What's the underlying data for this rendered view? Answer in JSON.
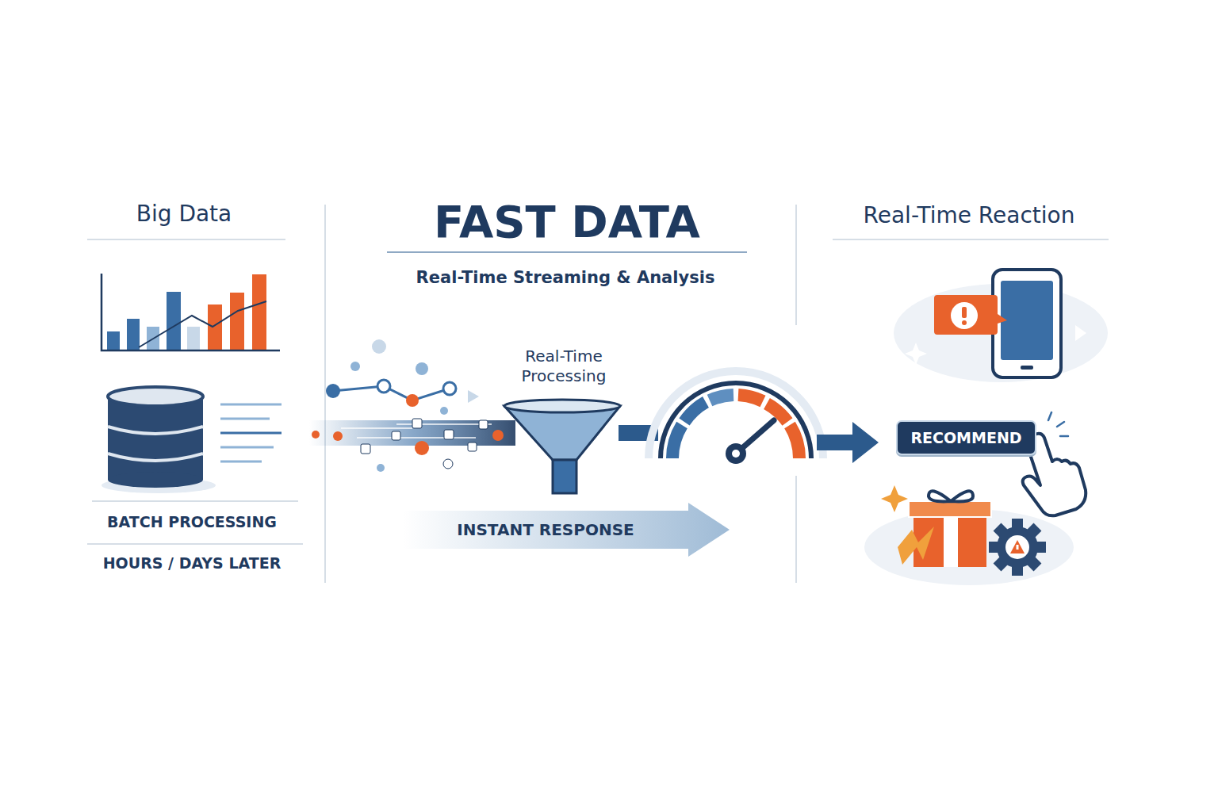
{
  "diagram": {
    "title": "FAST DATA",
    "nodes": [
      {
        "text": [
          "INSTANT RESPONSE"
        ]
      },
      {
        "text": [
          "RECOMMEND"
        ]
      }
    ],
    "labels": [
      "Big Data",
      "BATCH PROCESSING",
      "HOURS / DAYS LATER",
      "Real-Time Streaming & Analysis",
      "Real-Time Processing",
      "Real-Time Reaction"
    ]
  }
}
